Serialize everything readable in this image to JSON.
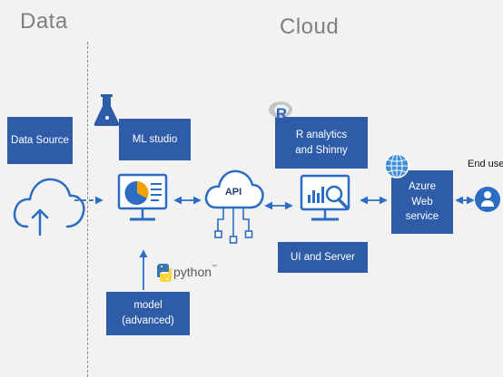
{
  "headings": {
    "left": "Data",
    "right": "Cloud"
  },
  "boxes": {
    "data_source": "Data Source",
    "ml_studio": "ML studio",
    "r_analytics": "R analytics\nand Shinny",
    "ui_server": "UI and Server",
    "model": "model (advanced)",
    "azure": "Azure\nWeb service"
  },
  "labels": {
    "end_user": "End user",
    "api": "API",
    "python": "python",
    "python_tm": "™",
    "r_logo": "R"
  },
  "colors": {
    "box_fill": "#2e5ca8",
    "icon_blue": "#2b6cc4",
    "heading_gray": "#7f7f7f",
    "background": "#f2f2f2"
  },
  "icons": [
    "cloud-upload-icon",
    "flask-icon",
    "dashboard-monitor-icon",
    "api-cloud-icon",
    "r-logo-icon",
    "analytics-monitor-icon",
    "azure-globe-icon",
    "user-icon",
    "python-logo-icon"
  ]
}
